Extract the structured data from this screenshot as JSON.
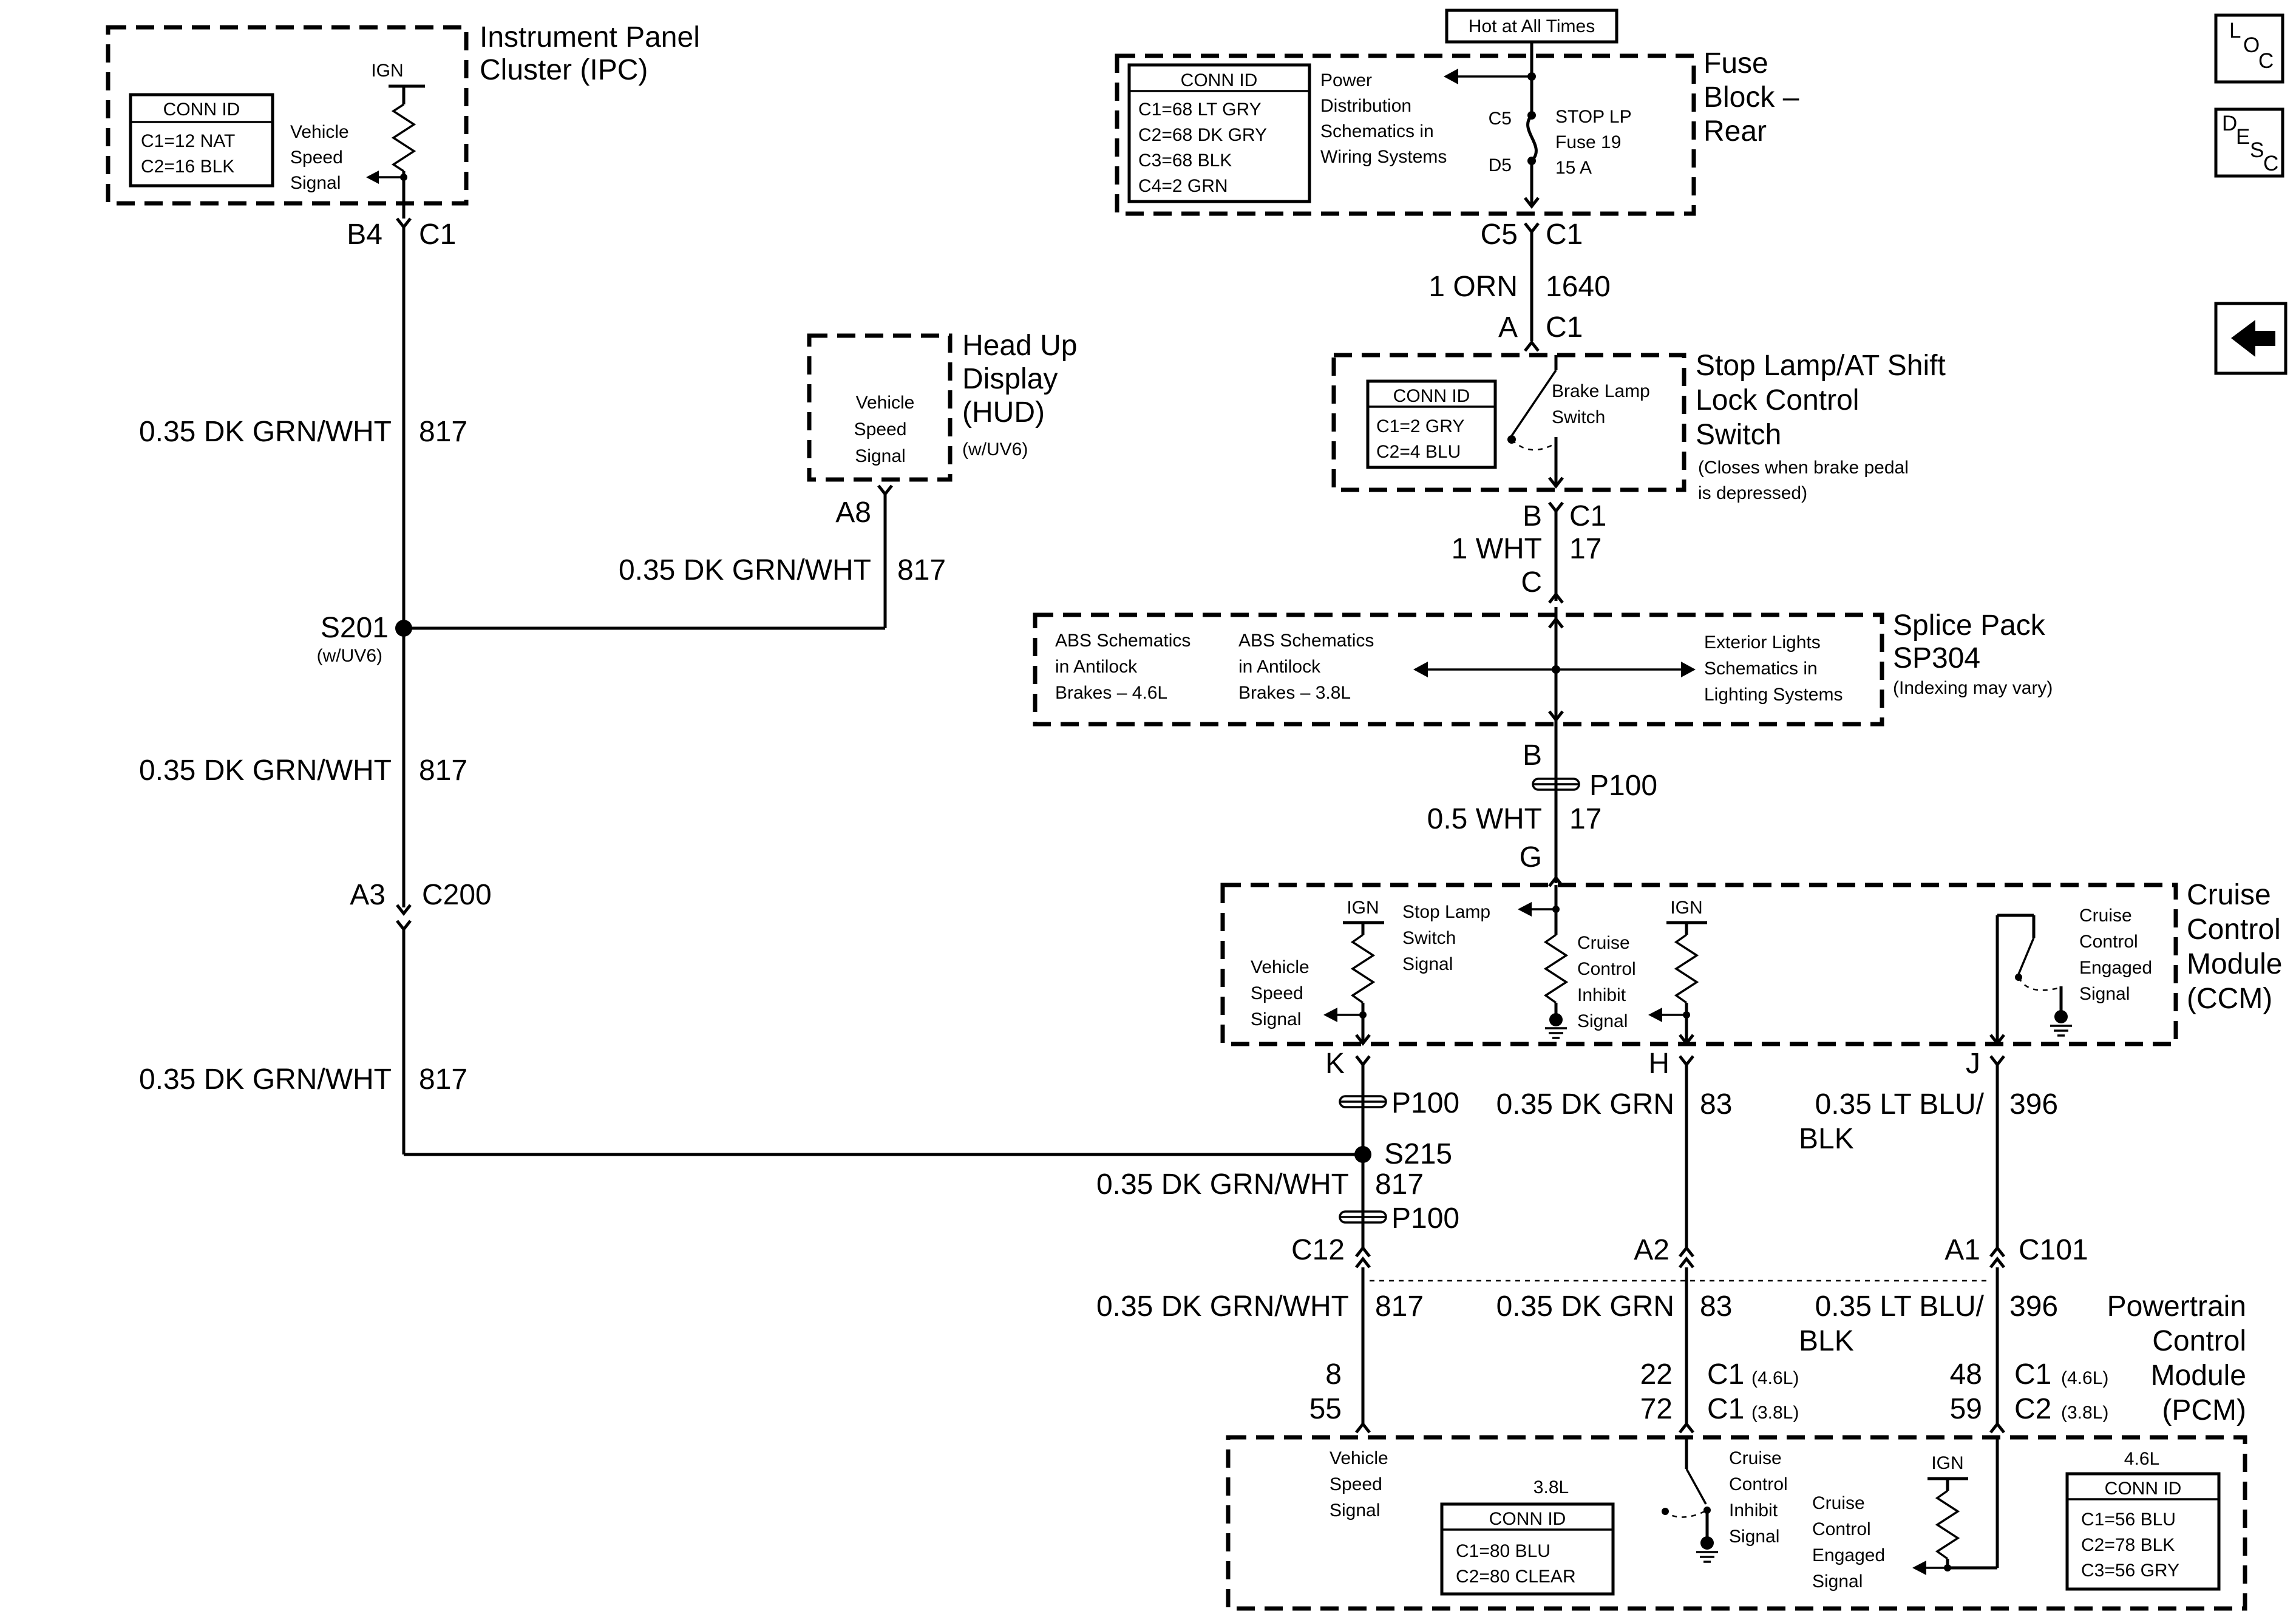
{
  "components": {
    "ipc": {
      "name_1": "Instrument Panel",
      "name_2": "Cluster (IPC)",
      "ign": "IGN",
      "signal_1": "Vehicle",
      "signal_2": "Speed",
      "signal_3": "Signal",
      "conn_title": "CONN ID",
      "conn_1": "C1=12 NAT",
      "conn_2": "C2=16 BLK"
    },
    "hud": {
      "name_1": "Head Up",
      "name_2": "Display",
      "name_3": "(HUD)",
      "note": "(w/UV6)",
      "signal_1": "Vehicle",
      "signal_2": "Speed",
      "signal_3": "Signal"
    },
    "fuse_block": {
      "tag": "Hot at All Times",
      "name_1": "Fuse",
      "name_2": "Block –",
      "name_3": "Rear",
      "conn_title": "CONN ID",
      "conn_1": "C1=68 LT GRY",
      "conn_2": "C2=68 DK GRY",
      "conn_3": "C3=68 BLK",
      "conn_4": "C4=2 GRN",
      "ref_1": "Power",
      "ref_2": "Distribution",
      "ref_3": "Schematics in",
      "ref_4": "Wiring Systems",
      "pin_in": "C5",
      "pin_out": "D5",
      "fuse_1": "STOP LP",
      "fuse_2": "Fuse 19",
      "fuse_3": "15 A"
    },
    "stop_switch": {
      "name_1": "Stop Lamp/AT Shift",
      "name_2": "Lock Control",
      "name_3": "Switch",
      "note_1": "(Closes when brake pedal",
      "note_2": "is depressed)",
      "conn_title": "CONN ID",
      "conn_1": "C1=2 GRY",
      "conn_2": "C2=4 BLU",
      "switch_1": "Brake Lamp",
      "switch_2": "Switch"
    },
    "splice": {
      "name_1": "Splice Pack",
      "name_2": "SP304",
      "note": "(Indexing may vary)",
      "ref_a1": "ABS Schematics",
      "ref_a2": "in Antilock",
      "ref_a3": "Brakes – 4.6L",
      "ref_b1": "ABS Schematics",
      "ref_b2": "in Antilock",
      "ref_b3": "Brakes – 3.8L",
      "ref_c1": "Exterior Lights",
      "ref_c2": "Schematics in",
      "ref_c3": "Lighting Systems"
    },
    "ccm": {
      "name_1": "Cruise",
      "name_2": "Control",
      "name_3": "Module",
      "name_4": "(CCM)",
      "ign_1": "IGN",
      "ign_2": "IGN",
      "vss_1": "Vehicle",
      "vss_2": "Speed",
      "vss_3": "Signal",
      "sls_1": "Stop Lamp",
      "sls_2": "Switch",
      "sls_3": "Signal",
      "inh_1": "Cruise",
      "inh_2": "Control",
      "inh_3": "Inhibit",
      "inh_4": "Signal",
      "eng_1": "Cruise",
      "eng_2": "Control",
      "eng_3": "Engaged",
      "eng_4": "Signal"
    },
    "pcm": {
      "name_1": "Powertrain",
      "name_2": "Control",
      "name_3": "Module",
      "name_4": "(PCM)",
      "vss_1": "Vehicle",
      "vss_2": "Speed",
      "vss_3": "Signal",
      "inh_1": "Cruise",
      "inh_2": "Control",
      "inh_3": "Inhibit",
      "inh_4": "Signal",
      "eng_1": "Cruise",
      "eng_2": "Control",
      "eng_3": "Engaged",
      "eng_4": "Signal",
      "ign": "IGN",
      "label_38": "3.8L",
      "conn38_title": "CONN ID",
      "conn38_1": "C1=80 BLU",
      "conn38_2": "C2=80 CLEAR",
      "label_46": "4.6L",
      "conn46_title": "CONN ID",
      "conn46_1": "C1=56 BLU",
      "conn46_2": "C2=78 BLK",
      "conn46_3": "C3=56 GRY"
    }
  },
  "connectors": {
    "ipc_pin": "B4",
    "ipc_conn": "C1",
    "hud_pin": "A8",
    "c200_pin": "A3",
    "c200": "C200",
    "fuse_pin": "C5",
    "fuse_conn": "C1",
    "sw_in_pin": "A",
    "sw_in_conn": "C1",
    "sw_out_pin": "B",
    "sw_out_conn": "C1",
    "sp_in_pin": "C",
    "sp_out_pin": "B",
    "p100_a": "P100",
    "ccm_g": "G",
    "ccm_k": "K",
    "ccm_h": "H",
    "ccm_j": "J",
    "p100_b": "P100",
    "p100_c": "P100",
    "c101_a": "C12",
    "c101_b": "A2",
    "c101_c": "A1",
    "c101": "C101",
    "pcm_v_1": "8",
    "pcm_v_2": "55",
    "pcm_i_1": "22",
    "pcm_i_2": "72",
    "pcm_i_c1": "C1",
    "pcm_i_c1n": "(4.6L)",
    "pcm_i_c2": "C1",
    "pcm_i_c2n": "(3.8L)",
    "pcm_e_1": "48",
    "pcm_e_2": "59",
    "pcm_e_c1": "C1",
    "pcm_e_c1n": "(4.6L)",
    "pcm_e_c2": "C2",
    "pcm_e_c2n": "(3.8L)"
  },
  "splices": {
    "s201": "S201",
    "s201_note": "(w/UV6)",
    "s215": "S215"
  },
  "wires": {
    "ipc_1_color": "0.35 DK GRN/WHT",
    "ipc_1_circuit": "817",
    "hud_color": "0.35 DK GRN/WHT",
    "hud_circuit": "817",
    "ipc_2_color": "0.35 DK GRN/WHT",
    "ipc_2_circuit": "817",
    "ipc_3_color": "0.35 DK GRN/WHT",
    "ipc_3_circuit": "817",
    "orn_color": "1 ORN",
    "orn_circuit": "1640",
    "wht1_color": "1 WHT",
    "wht1_circuit": "17",
    "wht2_color": "0.5 WHT",
    "wht2_circuit": "17",
    "vss_a_color": "0.35 DK GRN/WHT",
    "vss_a_circuit": "817",
    "vss_b_color": "0.35 DK GRN/WHT",
    "vss_b_circuit": "817",
    "grn_a_color": "0.35 DK GRN",
    "grn_a_circuit": "83",
    "grn_b_color": "0.35 DK GRN",
    "grn_b_circuit": "83",
    "blu_a_color_1": "0.35 LT BLU/",
    "blu_a_color_2": "BLK",
    "blu_a_circuit": "396",
    "blu_b_color_1": "0.35 LT BLU/",
    "blu_b_color_2": "BLK",
    "blu_b_circuit": "396"
  },
  "nav": {
    "loc_1": "L",
    "loc_2": "O",
    "loc_3": "C",
    "desc_1": "D",
    "desc_2": "E",
    "desc_3": "S",
    "desc_4": "C",
    "back_icon": "left-arrow-icon"
  }
}
